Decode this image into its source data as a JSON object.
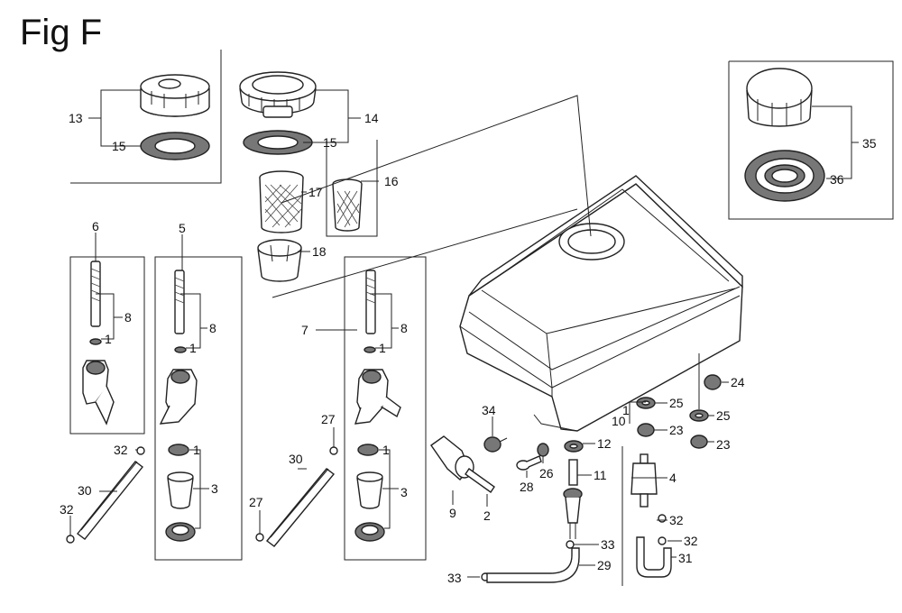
{
  "figure": {
    "title": "Fig F"
  },
  "callouts": [
    {
      "id": "c13",
      "text": "13"
    },
    {
      "id": "c15a",
      "text": "15"
    },
    {
      "id": "c14",
      "text": "14"
    },
    {
      "id": "c15b",
      "text": "15"
    },
    {
      "id": "c17",
      "text": "17"
    },
    {
      "id": "c16",
      "text": "16"
    },
    {
      "id": "c18",
      "text": "18"
    },
    {
      "id": "c35",
      "text": "35"
    },
    {
      "id": "c36",
      "text": "36"
    },
    {
      "id": "c6",
      "text": "6"
    },
    {
      "id": "c5",
      "text": "5"
    },
    {
      "id": "c8a",
      "text": "8"
    },
    {
      "id": "c1a",
      "text": "1"
    },
    {
      "id": "c8b",
      "text": "8"
    },
    {
      "id": "c1b",
      "text": "1"
    },
    {
      "id": "c7",
      "text": "7"
    },
    {
      "id": "c8c",
      "text": "8"
    },
    {
      "id": "c1c",
      "text": "1"
    },
    {
      "id": "c1d",
      "text": "1"
    },
    {
      "id": "c3a",
      "text": "3"
    },
    {
      "id": "c1e",
      "text": "1"
    },
    {
      "id": "c3b",
      "text": "3"
    },
    {
      "id": "c27a",
      "text": "27"
    },
    {
      "id": "c27b",
      "text": "27"
    },
    {
      "id": "c30a",
      "text": "30"
    },
    {
      "id": "c30b",
      "text": "30"
    },
    {
      "id": "c32a",
      "text": "32"
    },
    {
      "id": "c32b",
      "text": "32"
    },
    {
      "id": "c34",
      "text": "34"
    },
    {
      "id": "c9",
      "text": "9"
    },
    {
      "id": "c2",
      "text": "2"
    },
    {
      "id": "c28",
      "text": "28"
    },
    {
      "id": "c26",
      "text": "26"
    },
    {
      "id": "c12",
      "text": "12"
    },
    {
      "id": "c11",
      "text": "11"
    },
    {
      "id": "c10",
      "text": "10"
    },
    {
      "id": "c1f",
      "text": "1"
    },
    {
      "id": "c24",
      "text": "24"
    },
    {
      "id": "c25a",
      "text": "25"
    },
    {
      "id": "c25b",
      "text": "25"
    },
    {
      "id": "c23a",
      "text": "23"
    },
    {
      "id": "c23b",
      "text": "23"
    },
    {
      "id": "c4",
      "text": "4"
    },
    {
      "id": "c32c",
      "text": "32"
    },
    {
      "id": "c32d",
      "text": "32"
    },
    {
      "id": "c31",
      "text": "31"
    },
    {
      "id": "c33a",
      "text": "33"
    },
    {
      "id": "c33b",
      "text": "33"
    },
    {
      "id": "c29",
      "text": "29"
    }
  ]
}
